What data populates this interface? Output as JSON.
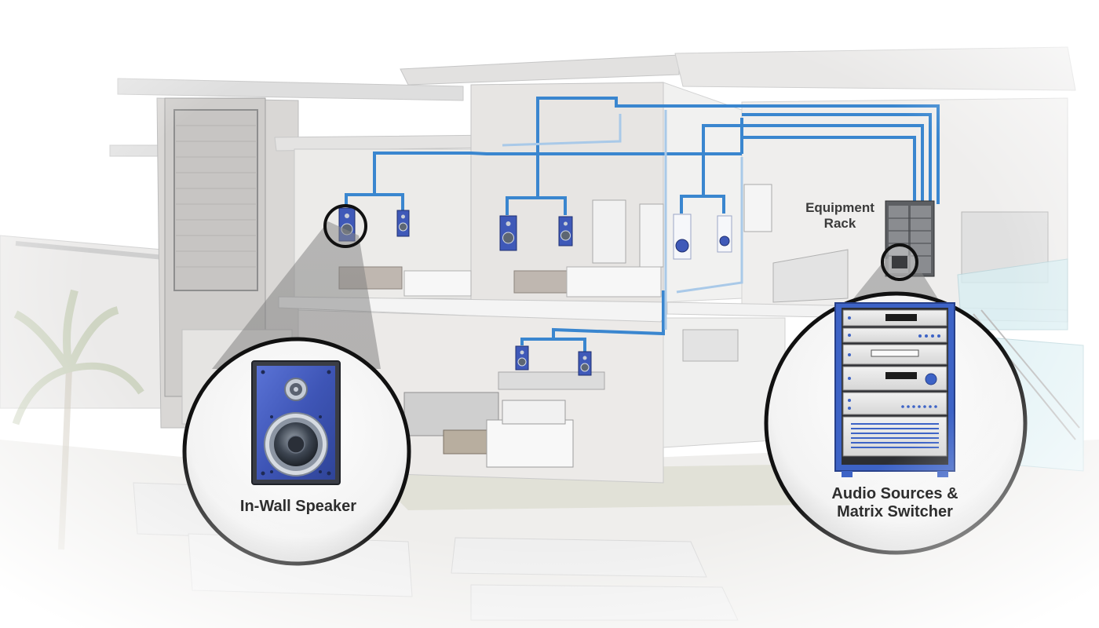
{
  "labels": {
    "equipment_rack_line1": "Equipment",
    "equipment_rack_line2": "Rack",
    "in_wall_speaker": "In-Wall Speaker",
    "audio_sources_line1": "Audio Sources &",
    "audio_sources_line2": "Matrix Switcher"
  },
  "icons": {
    "speaker": "in-wall-speaker-icon",
    "rack": "equipment-rack-icon"
  },
  "colors": {
    "wiring": "#3a86cf",
    "speaker_panel": "#3f59b8",
    "rack_frame": "#3d63c6",
    "house_structure": "#d8d6d4"
  }
}
